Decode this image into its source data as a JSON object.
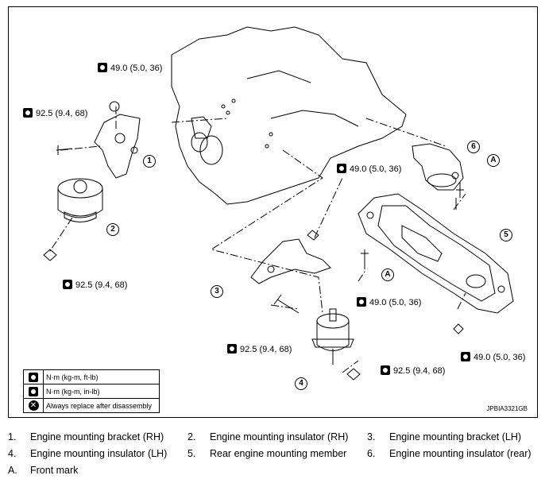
{
  "torque_specs": {
    "t1": "49.0 (5.0, 36)",
    "t2": "92.5 (9.4, 68)",
    "t3": "92.5 (9.4, 68)",
    "t4": "49.0 (5.0, 36)",
    "t5": "92.5 (9.4, 68)",
    "t6": "49.0 (5.0, 36)",
    "t7": "92.5 (9.4, 68)",
    "t8": "49.0 (5.0, 36)"
  },
  "callouts": [
    "1",
    "2",
    "3",
    "4",
    "5",
    "6",
    "A",
    "A"
  ],
  "legend": [
    {
      "icon": "torque-wrench-icon",
      "text": "N·m (kg-m, ft-lb)"
    },
    {
      "icon": "torque-wrench-small-icon",
      "text": "N·m (kg-m, in-lb)"
    },
    {
      "icon": "replace-x-icon",
      "text": "Always replace after disassembly"
    }
  ],
  "figure_code": "JPBIA3321GB",
  "parts": [
    {
      "num": "1.",
      "name": "Engine mounting bracket (RH)"
    },
    {
      "num": "2.",
      "name": "Engine mounting insulator (RH)"
    },
    {
      "num": "3.",
      "name": "Engine mounting bracket (LH)"
    },
    {
      "num": "4.",
      "name": "Engine mounting insulator (LH)"
    },
    {
      "num": "5.",
      "name": "Rear engine mounting member"
    },
    {
      "num": "6.",
      "name": "Engine mounting insulator (rear)"
    },
    {
      "num": "A.",
      "name": "Front mark"
    }
  ]
}
